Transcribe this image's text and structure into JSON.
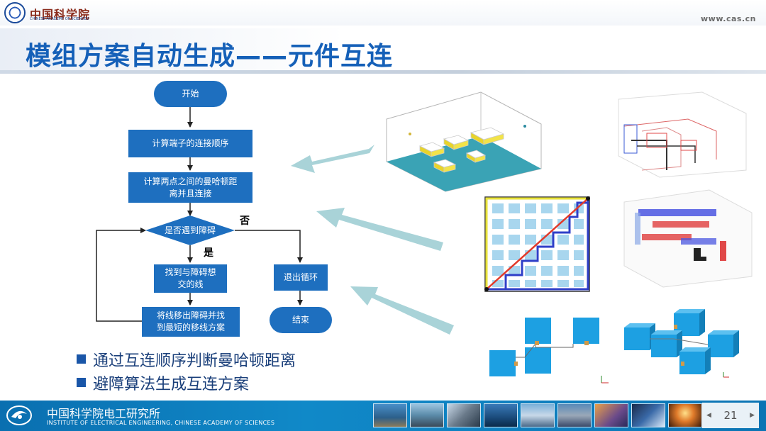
{
  "header": {
    "org_name_cn": "中国科学院",
    "org_name_en": "CHINESE ACADEMY OF SCIENCES",
    "website": "www.cas.cn"
  },
  "slide": {
    "title": "模组方案自动生成——元件互连",
    "page_number": "21"
  },
  "flowchart": {
    "start": "开始",
    "step1": "计算端子的连接顺序",
    "step2_line1": "计算两点之间的曼哈顿距",
    "step2_line2": "离并且连接",
    "decision": "是否遇到障碍",
    "no_label": "否",
    "yes_label": "是",
    "find_line1": "找到与障碍想",
    "find_line2": "交的线",
    "move_line1": "将线移出障碍并找",
    "move_line2": "到最短的移线方案",
    "exit": "退出循环",
    "end": "结束"
  },
  "bullets": [
    "通过互连顺序判断曼哈顿距离",
    "避障算法生成互连方案"
  ],
  "footer": {
    "institute_cn": "中国科学院电工研究所",
    "institute_en": "INSTITUTE OF ELECTRICAL ENGINEERING, CHINESE ACADEMY OF SCIENCES"
  },
  "colors": {
    "title_blue": "#1560b8",
    "node_blue": "#1e6fbf",
    "footer_blue": "#0a6fb0",
    "arrow_teal": "#a9d3d8"
  }
}
